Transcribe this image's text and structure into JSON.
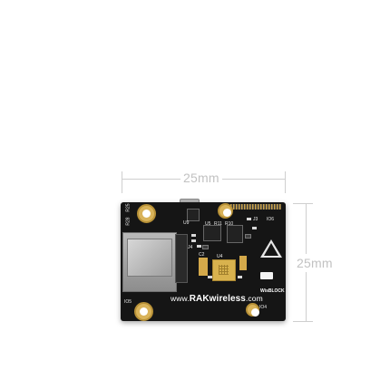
{
  "dimensions": {
    "width_label": "25mm",
    "height_label": "25mm"
  },
  "board": {
    "url_prefix": "www.",
    "url_brand": "RAKwireless",
    "url_suffix": ".com",
    "wisblock_label": "WisBLOCK",
    "silkscreen": {
      "r28": "R28",
      "r25": "R25",
      "u9": "U9",
      "j4": "J4",
      "u5": "U5",
      "r11": "R11",
      "r10": "R10",
      "j3": "J3",
      "io6": "IO6",
      "u4": "U4",
      "c2": "C2",
      "io5": "IO5",
      "io4": "IO4"
    }
  },
  "colors": {
    "pcb": "#151515",
    "gold": "#d4a94a",
    "dim_line": "#cfcfcf",
    "dim_text": "#c2c2c2"
  },
  "icons": {
    "warning": "warning-triangle-icon"
  }
}
